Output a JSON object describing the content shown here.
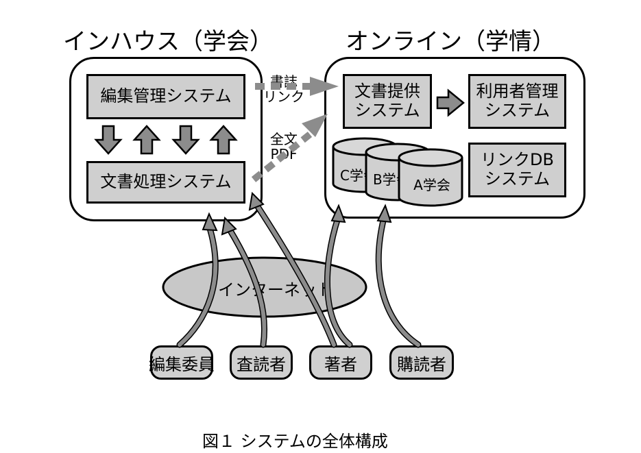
{
  "headers": {
    "inhouse": "インハウス（学会）",
    "online": "オンライン（学情）"
  },
  "inhouse": {
    "edit_system": "編集管理システム",
    "doc_system": "文書処理システム"
  },
  "online": {
    "doc_provision": "文書提供\nシステム",
    "user_mgmt": "利用者管理\nシステム",
    "link_db": "リンクDB\nシステム",
    "databases": [
      "C学会",
      "B学会",
      "A学会"
    ]
  },
  "links": {
    "biblio_link": "書誌\nリンク",
    "fulltext_pdf": "全文\nPDF"
  },
  "network": "インターネット",
  "actors": [
    "編集委員",
    "査読者",
    "著者",
    "購読者"
  ],
  "caption": "図１ システムの全体構成",
  "colors": {
    "box_fill": "#cfcfcf",
    "arrow_fill": "#8c8c8c",
    "cloud_fill": "#c8c8c8"
  }
}
